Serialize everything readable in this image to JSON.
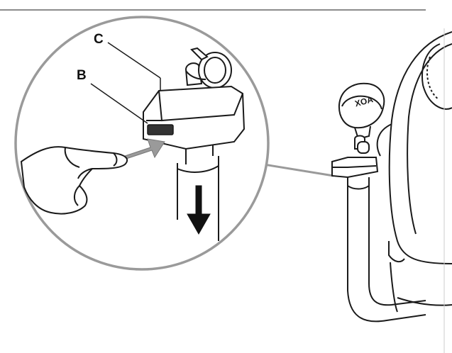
{
  "figure": {
    "callouts": [
      {
        "id": "C",
        "label": "C"
      },
      {
        "id": "B",
        "label": "B"
      }
    ],
    "cap_label": "XOA",
    "colors": {
      "line": "#1a1a1a",
      "arrow_fill": "#9a9a9a",
      "connector": "#9a9a9a",
      "press_tab": "#333333"
    }
  }
}
